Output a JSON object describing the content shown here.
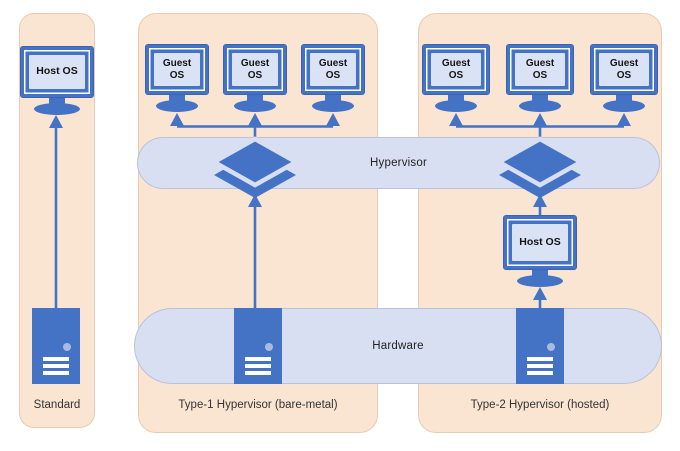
{
  "panels": {
    "standard": {
      "label": "Standard",
      "monitor": {
        "label": "Host OS"
      }
    },
    "type1": {
      "label": "Type-1 Hypervisor (bare-metal)",
      "guests": [
        {
          "label": "Guest OS"
        },
        {
          "label": "Guest OS"
        },
        {
          "label": "Guest OS"
        }
      ]
    },
    "type2": {
      "label": "Type-2 Hypervisor (hosted)",
      "guests": [
        {
          "label": "Guest OS"
        },
        {
          "label": "Guest OS"
        },
        {
          "label": "Guest OS"
        }
      ],
      "host_monitor": {
        "label": "Host OS"
      }
    }
  },
  "layers": {
    "hypervisor": {
      "label": "Hypervisor"
    },
    "hardware": {
      "label": "Hardware"
    }
  },
  "colors": {
    "accent_blue": "#4472C4",
    "panel_peach": "#FAE5D3",
    "band_lavender": "#D9DFF3",
    "screen_light": "#DAE3F5"
  }
}
